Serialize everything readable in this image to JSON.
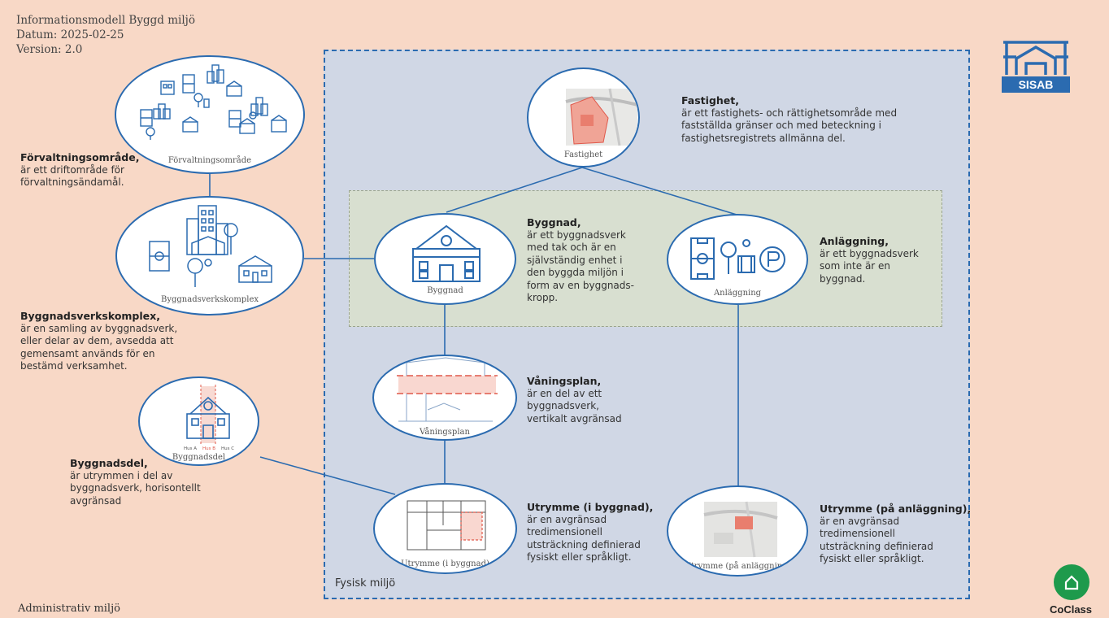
{
  "header": {
    "title": "Informationsmodell Byggd miljö",
    "date": "Datum: 2025-02-25",
    "version": "Version: 2.0"
  },
  "zones": {
    "physical": "Fysisk miljö",
    "administrative": "Administrativ miljö"
  },
  "nodes": {
    "forvaltning": "Förvaltningsområde",
    "komplex": "Byggnadsverkskomplex",
    "byggnadsdel": "Byggnadsdel",
    "fastighet": "Fastighet",
    "byggnad": "Byggnad",
    "anlaggning": "Anläggning",
    "vaningsplan": "Våningsplan",
    "utrymme_byggnad": "Utrymme (i byggnad)",
    "utrymme_anlaggning": "Utrymme (på anläggning)"
  },
  "byggnadsdel_houses": [
    "Hus A",
    "Hus B",
    "Hus C"
  ],
  "definitions": {
    "forvaltning": {
      "term": "Förvaltningsområde,",
      "text": "är ett driftområde för\nförvaltningsändamål."
    },
    "komplex": {
      "term": "Byggnadsverkskomplex,",
      "text": "är en samling av byggnadsverk,\neller delar av dem, avsedda att\ngemensamt används för en\nbestämd verksamhet."
    },
    "byggnadsdel": {
      "term": "Byggnadsdel,",
      "text": "är utrymmen i del av\nbyggnadsverk, horisontellt\navgränsad"
    },
    "fastighet": {
      "term": "Fastighet,",
      "text": "är ett fastighets- och rättighetsområde med\nfastställda gränser och med beteckning i\nfastighetsregistrets allmänna del."
    },
    "byggnad": {
      "term": "Byggnad,",
      "text": "är ett byggnadsverk\nmed tak och är en\nsjälvständig enhet i\nden byggda miljön i\nform av en byggnads-\nkropp."
    },
    "anlaggning": {
      "term": "Anläggning,",
      "text": "är ett byggnadsverk\nsom inte är en\nbyggnad."
    },
    "vaningsplan": {
      "term": "Våningsplan,",
      "text": "är en del av ett\nbyggnadsverk,\nvertikalt avgränsad"
    },
    "utrymme_byggnad": {
      "term": "Utrymme (i byggnad),",
      "text": "är en avgränsad\ntredimensionell\nutsträckning definierad\nfysiskt eller språkligt."
    },
    "utrymme_anlaggning": {
      "term": "Utrymme (på anläggning),",
      "text": "är en avgränsad\ntredimensionell\nutsträckning definierad\nfysiskt eller språkligt."
    }
  },
  "logos": {
    "sisab": "SISAB",
    "coclass": "CoClass"
  },
  "colors": {
    "background": "#f8d8c6",
    "physical_zone": "#d0d7e5",
    "building_zone": "#d8dfd0",
    "line": "#2b6bb0",
    "accent_red": "#e0584a",
    "coclass_green": "#1e9a4c"
  }
}
